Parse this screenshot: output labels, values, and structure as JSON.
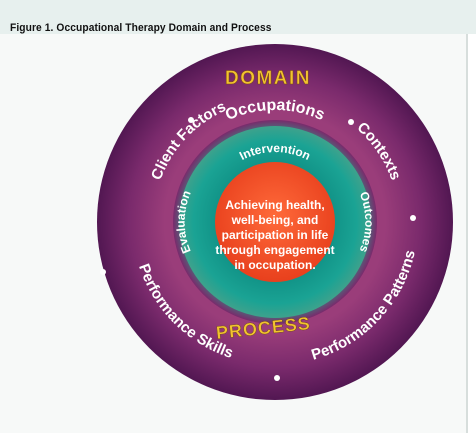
{
  "caption": "Figure 1. Occupational Therapy Domain and Process",
  "diagram": {
    "domain_title": "DOMAIN",
    "process_title": "PROCESS",
    "outer_ring_labels": {
      "top": "Occupations",
      "upper_left": "Client Factors",
      "upper_right": "Contexts",
      "lower_left": "Performance Skills",
      "lower_right": "Performance Patterns"
    },
    "inner_ring_labels": {
      "top": "Intervention",
      "left": "Evaluation",
      "right": "Outcomes"
    },
    "center_text": [
      "Achieving health,",
      "well-being, and",
      "participation in life",
      "through engagement",
      "in occupation."
    ],
    "colors": {
      "outer_ring": "#6a2266",
      "inner_ring": "#12958c",
      "center": "#f24f25",
      "title_gold": "#f2c230",
      "separator_dot": "#ffffff"
    }
  }
}
